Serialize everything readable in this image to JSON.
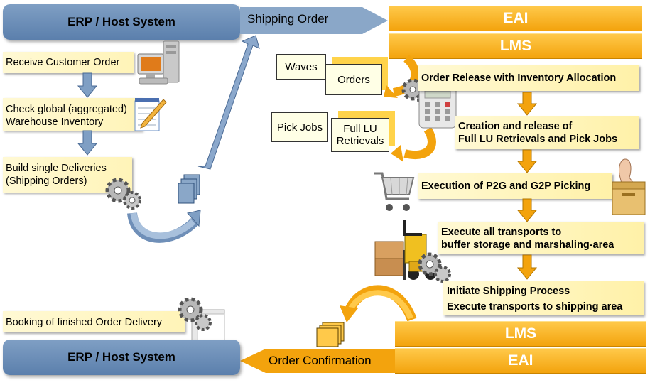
{
  "erp_top": "ERP / Host System",
  "erp_bottom": "ERP / Host System",
  "shipping_order": "Shipping Order",
  "order_confirmation": "Order Confirmation",
  "eai_top": "EAI",
  "lms_top": "LMS",
  "lms_bottom": "LMS",
  "eai_bottom": "EAI",
  "left_steps": {
    "receive": "Receive Customer Order",
    "check_line1": "Check global (aggregated)",
    "check_line2": "Warehouse Inventory",
    "build_line1": "Build single Deliveries",
    "build_line2": "(Shipping Orders)",
    "booking": "Booking of finished Order Delivery"
  },
  "docs": {
    "waves": "Waves",
    "orders": "Orders",
    "pick_jobs": "Pick Jobs",
    "full_lu_line1": "Full LU",
    "full_lu_line2": "Retrievals"
  },
  "right_steps": {
    "release": "Order Release with Inventory Allocation",
    "creation_line1": "Creation and release of",
    "creation_line2": "Full LU Retrievals and Pick Jobs",
    "execution": "Execution of P2G and G2P Picking",
    "transports_line1": "Execute all transports to",
    "transports_line2": "buffer storage and marshaling-area",
    "shipping_line1": "Initiate Shipping Process",
    "shipping_line2": "Execute transports to shipping area"
  },
  "icons": [
    "computer-icon",
    "notepad-icon",
    "gears-icon",
    "document-stack-icon",
    "calculator-icon",
    "shopping-cart-icon",
    "ballot-box-icon",
    "forklift-icon",
    "document-icon"
  ]
}
